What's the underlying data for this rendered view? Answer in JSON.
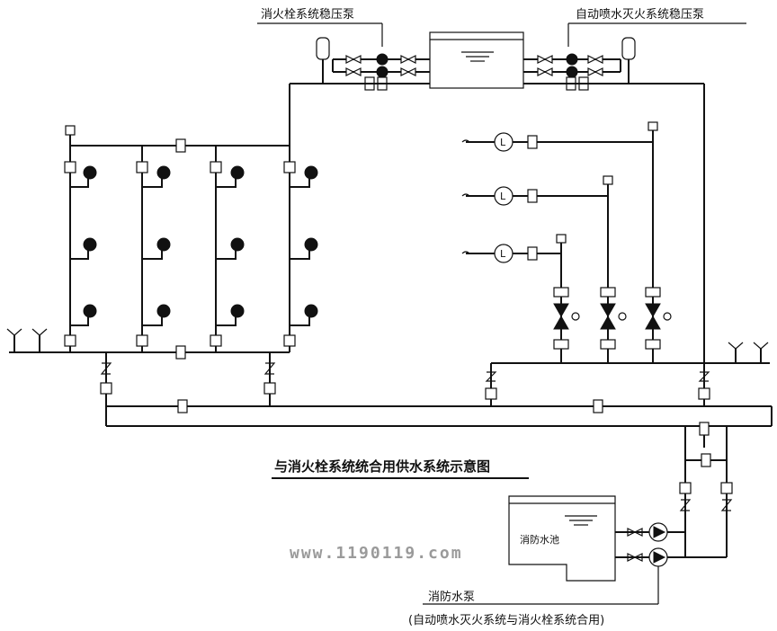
{
  "labels": {
    "hydrant_pump": "消火栓系统稳压泵",
    "sprinkler_pump": "自动喷水灭火系统稳压泵",
    "title": "与消火栓系统统合用供水系统示意图",
    "pool": "消防水池",
    "fire_pump": "消防水泵",
    "fire_pump_note": "(自动喷水灭火系统与消火栓系统合用)",
    "watermark": "www.1190119.com"
  },
  "flow_indicator_letter": "L"
}
